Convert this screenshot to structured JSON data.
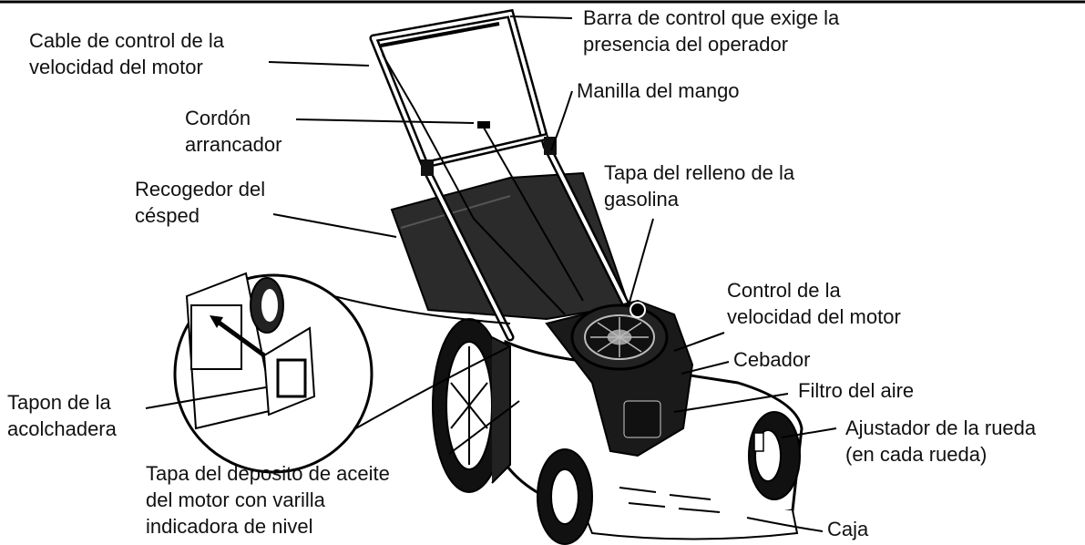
{
  "labels": {
    "cable_control_velocidad": [
      "Cable  de control de la",
      "velocidad del motor"
    ],
    "barra_control": [
      "Barra de control que exige la",
      "presencia del operador"
    ],
    "manilla_mango": [
      "Manilla del mango"
    ],
    "cordon_arrancador": [
      "Cordón",
      "arrancador"
    ],
    "tapa_relleno_gasolina": [
      "Tapa del relleno de la",
      "gasolina"
    ],
    "recogedor_cesped": [
      "Recogedor del",
      "césped"
    ],
    "control_velocidad_motor": [
      "Control de la",
      "velocidad del motor"
    ],
    "cebador": [
      "Cebador"
    ],
    "filtro_aire": [
      "Filtro del aire"
    ],
    "tapon_acolchadera": [
      "Tapon de la",
      "acolchadera"
    ],
    "ajustador_rueda": [
      "Ajustador de la rueda",
      "(en cada rueda)"
    ],
    "tapa_deposito_aceite": [
      "Tapa del deposito de aceite",
      "del motor con varilla",
      "indicadora de nivel"
    ],
    "caja": [
      "Caja"
    ]
  }
}
